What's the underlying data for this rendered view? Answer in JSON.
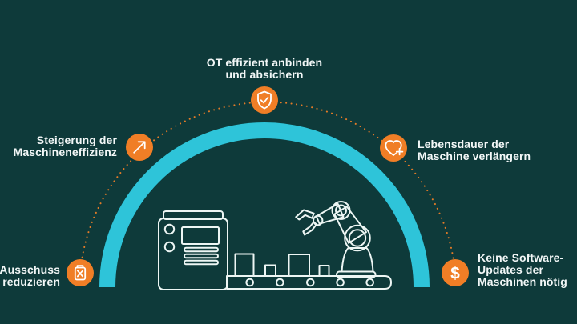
{
  "diagram": {
    "colors": {
      "background": "#0e3a3a",
      "arch": "#2ec4d9",
      "accent_orange": "#f07e26",
      "text": "#f2f7f7",
      "line_art": "#edf6f4"
    },
    "benefits": {
      "top": {
        "icon": "shield-check-icon",
        "lines": [
          "OT effizient anbinden",
          "und absichern"
        ]
      },
      "upper_left": {
        "icon": "arrow-up-right-icon",
        "lines": [
          "Steigerung der",
          "Maschineneffizienz"
        ]
      },
      "upper_right": {
        "icon": "heart-plus-icon",
        "lines": [
          "Lebensdauer der",
          "Maschine verlängern"
        ]
      },
      "lower_left": {
        "icon": "waste-bin-x-icon",
        "lines": [
          "Ausschuss",
          "reduzieren"
        ]
      },
      "lower_right": {
        "icon": "dollar-icon",
        "glyph": "$",
        "lines": [
          "Keine Software-",
          "Updates der",
          "Maschinen nötig"
        ]
      }
    },
    "illustration": "factory-machine-conveyor-robot-arm"
  }
}
